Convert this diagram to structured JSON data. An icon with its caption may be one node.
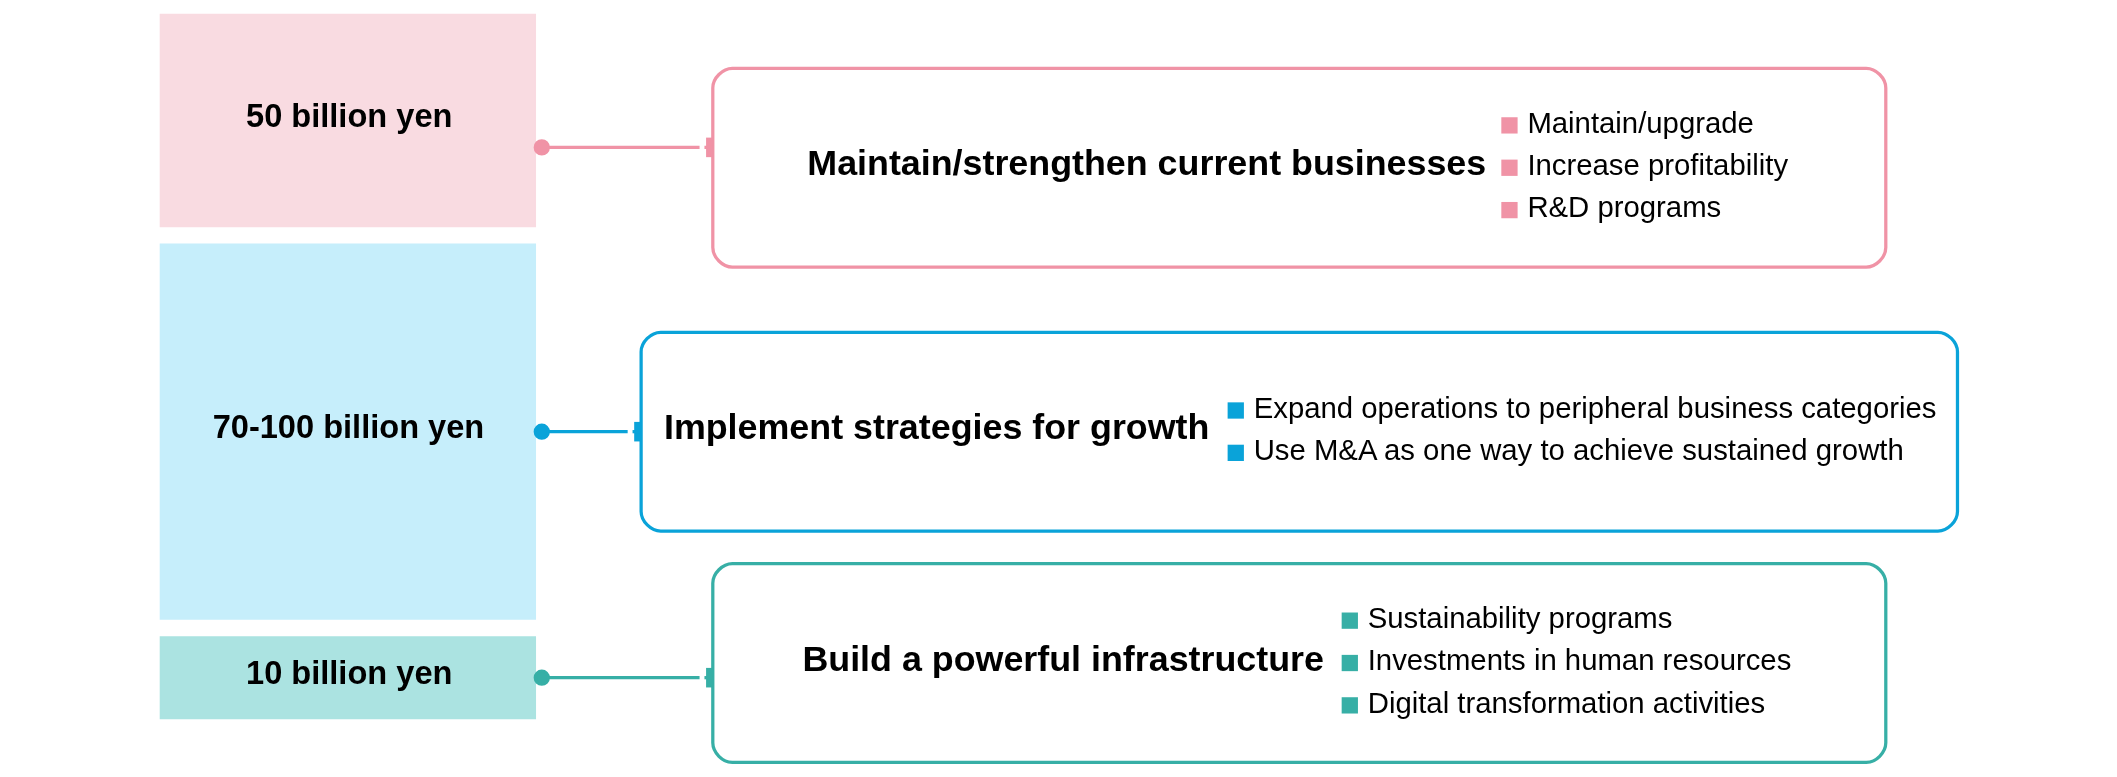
{
  "diagram": {
    "nodes": [
      {
        "text": [
          "50 billion yen"
        ]
      },
      {
        "text": [
          "70-100 billion yen"
        ]
      },
      {
        "text": [
          "10 billion yen"
        ]
      },
      {
        "text": [
          "Maintain/strengthen current businesses",
          "Maintain/upgrade",
          "Increase profitability",
          "R&D programs"
        ]
      },
      {
        "text": [
          "Implement strategies for growth",
          "Expand operations to peripheral business categories",
          "Use M&A as one way to achieve sustained growth"
        ]
      },
      {
        "text": [
          "Build a powerful infrastructure",
          "Sustainability programs",
          "Investments in human resources",
          "Digital transformation activities"
        ]
      }
    ],
    "edges": [
      {
        "from": 0,
        "to": 3,
        "arrow": "other",
        "color": "#f093a6"
      },
      {
        "from": 1,
        "to": 4,
        "arrow": "other",
        "color": "#0aa3d9"
      },
      {
        "from": 2,
        "to": 5,
        "arrow": "other",
        "color": "#37afa6"
      }
    ]
  }
}
